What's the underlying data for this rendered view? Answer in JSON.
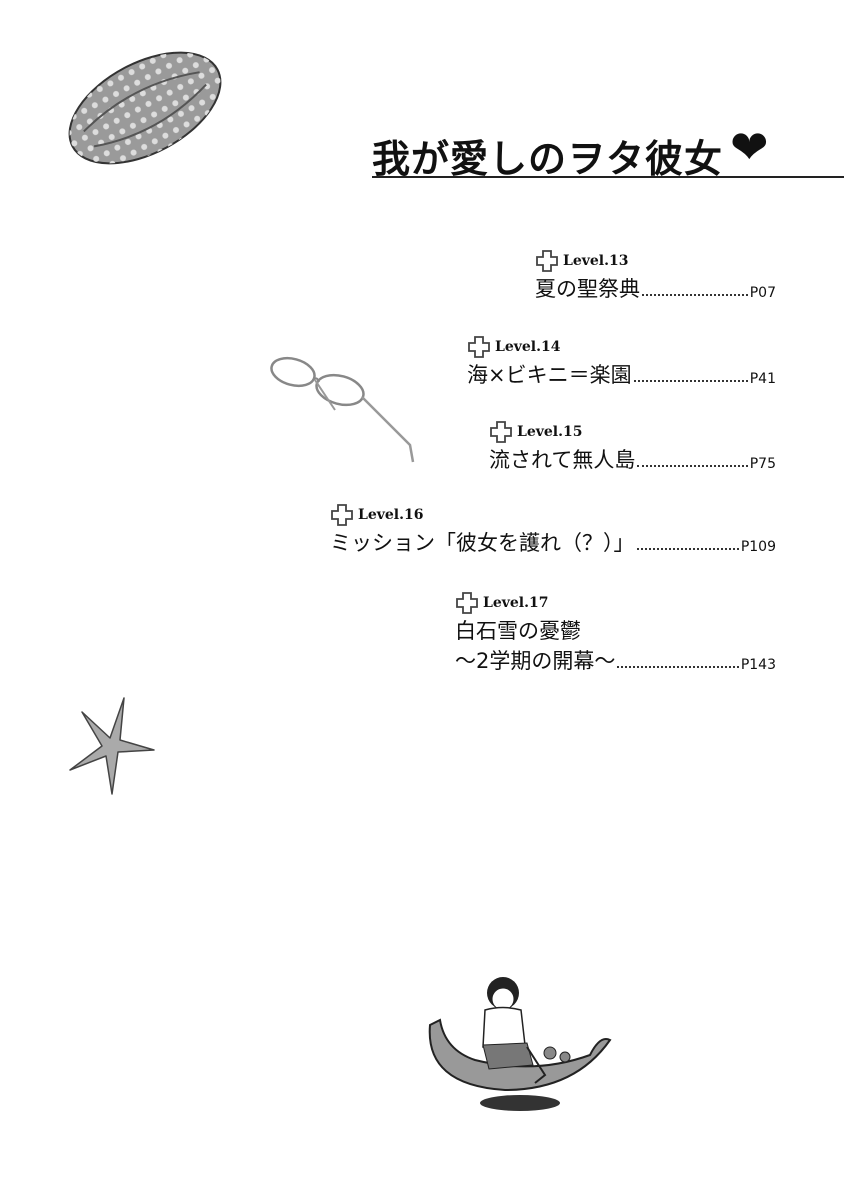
{
  "title": "我が愛しのヲタ彼女",
  "title_heart": "❤",
  "entries": [
    {
      "level": "Level.13",
      "lines": [
        "夏の聖祭典"
      ],
      "page": "P07"
    },
    {
      "level": "Level.14",
      "lines": [
        "海×ビキニ＝楽園"
      ],
      "page": "P41"
    },
    {
      "level": "Level.15",
      "lines": [
        "流されて無人島"
      ],
      "page": "P75"
    },
    {
      "level": "Level.16",
      "lines": [
        "ミッション「彼女を護れ（？）」"
      ],
      "page": "P109"
    },
    {
      "level": "Level.17",
      "lines": [
        "白石雪の憂鬱",
        "～2学期の開幕～"
      ],
      "page": "P143"
    }
  ]
}
